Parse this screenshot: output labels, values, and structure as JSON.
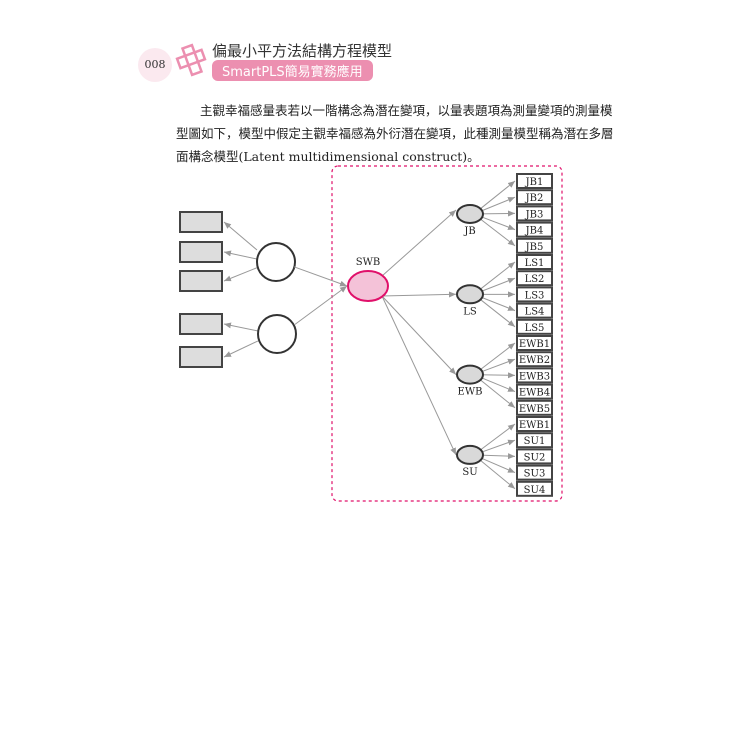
{
  "header": {
    "page_number": "008",
    "title": "偏最小平方法結構方程模型",
    "subtitle": "SmartPLS簡易實務應用"
  },
  "body": {
    "lines": [
      "主觀幸福感量表若以一階構念為潛在變項，以量表題項為測量變項的測量模",
      "型圖如下，模型中假定主觀幸福感為外衍潛在變項，此種測量模型稱為潛在多層",
      "面構念模型(Latent multidimensional construct)。"
    ]
  },
  "diagram": {
    "central": "SWB",
    "factors": [
      {
        "name": "JB",
        "indicators": [
          "JB1",
          "JB2",
          "JB3",
          "JB4",
          "JB5"
        ]
      },
      {
        "name": "LS",
        "indicators": [
          "LS1",
          "LS2",
          "LS3",
          "LS4",
          "LS5"
        ]
      },
      {
        "name": "EWB",
        "indicators": [
          "EWB1",
          "EWB2",
          "EWB3",
          "EWB4",
          "EWB5"
        ]
      },
      {
        "name": "SU",
        "indicators": [
          "EWB1",
          "SU1",
          "SU2",
          "SU3",
          "SU4"
        ]
      }
    ],
    "colors": {
      "central_fill": "#f4c2d8",
      "central_stroke": "#e0106a",
      "factor_fill": "#d9d9d9",
      "frame": "#e0106a",
      "arrow": "#999999"
    }
  }
}
